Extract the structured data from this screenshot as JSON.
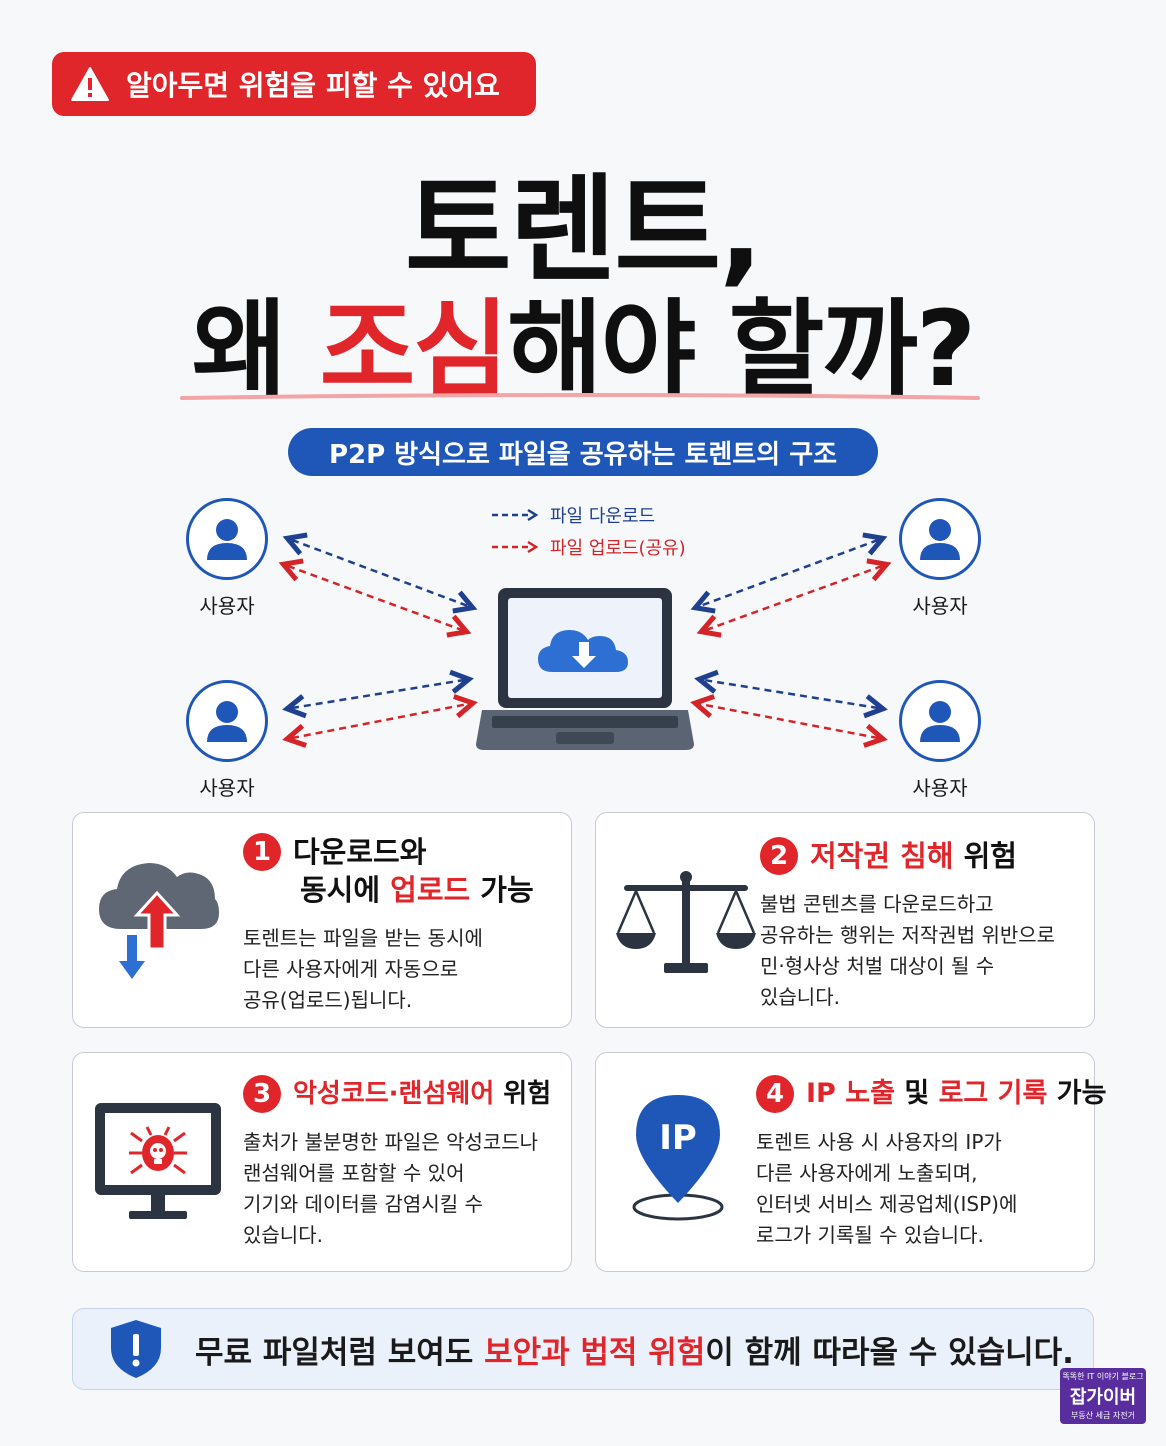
{
  "warning_badge": {
    "text": "알아두면 위험을 피할 수 있어요",
    "icon": "warning-triangle-icon"
  },
  "title": {
    "line1": "토렌트,",
    "line2_prefix": "왜 ",
    "line2_highlight": "조심",
    "line2_suffix": "해야 할까?"
  },
  "diagram": {
    "heading": "P2P 방식으로 파일을 공유하는 토렌트의 구조",
    "legend_download": "파일 다운로드",
    "legend_upload": "파일 업로드(공유)",
    "user_label": "사용자"
  },
  "cards": [
    {
      "number": "1",
      "title_a": "다운로드와",
      "title_b_prefix": "동시에 ",
      "title_b_highlight": "업로드",
      "title_b_suffix": " 가능",
      "body": [
        "토렌트는 파일을 받는 동시에",
        "다른 사용자에게 자동으로",
        "공유(업로드)됩니다."
      ]
    },
    {
      "number": "2",
      "title_highlight": "저작권 침해",
      "title_suffix": " 위험",
      "body": [
        "불법 콘텐츠를 다운로드하고",
        "공유하는 행위는 저작권법 위반으로",
        "민·형사상 처벌 대상이 될 수",
        "있습니다."
      ]
    },
    {
      "number": "3",
      "title_highlight": "악성코드·랜섬웨어",
      "title_suffix": " 위험",
      "body": [
        "출처가 불분명한 파일은 악성코드나",
        "랜섬웨어를 포함할 수 있어",
        "기기와 데이터를 감염시킬 수",
        "있습니다."
      ]
    },
    {
      "number": "4",
      "title_h1": "IP 노출",
      "title_mid": " 및 ",
      "title_h2": "로그 기록",
      "title_suffix": " 가능",
      "icon_text": "IP",
      "body": [
        "토렌트 사용 시 사용자의 IP가",
        "다른 사용자에게 노출되며,",
        "인터넷 서비스 제공업체(ISP)에",
        "로그가 기록될 수 있습니다."
      ]
    }
  ],
  "bottom": {
    "prefix": "무료 파일처럼 보여도 ",
    "highlight": "보안과 법적 위험",
    "suffix": "이 함께 따라올 수 있습니다."
  },
  "logo": {
    "top": "똑똑한 IT 이야기 블로그",
    "main": "잡가이버",
    "bottom": "부동산 세금 자전거"
  },
  "colors": {
    "accent_red": "#e0262a",
    "accent_blue": "#1f57b8"
  }
}
